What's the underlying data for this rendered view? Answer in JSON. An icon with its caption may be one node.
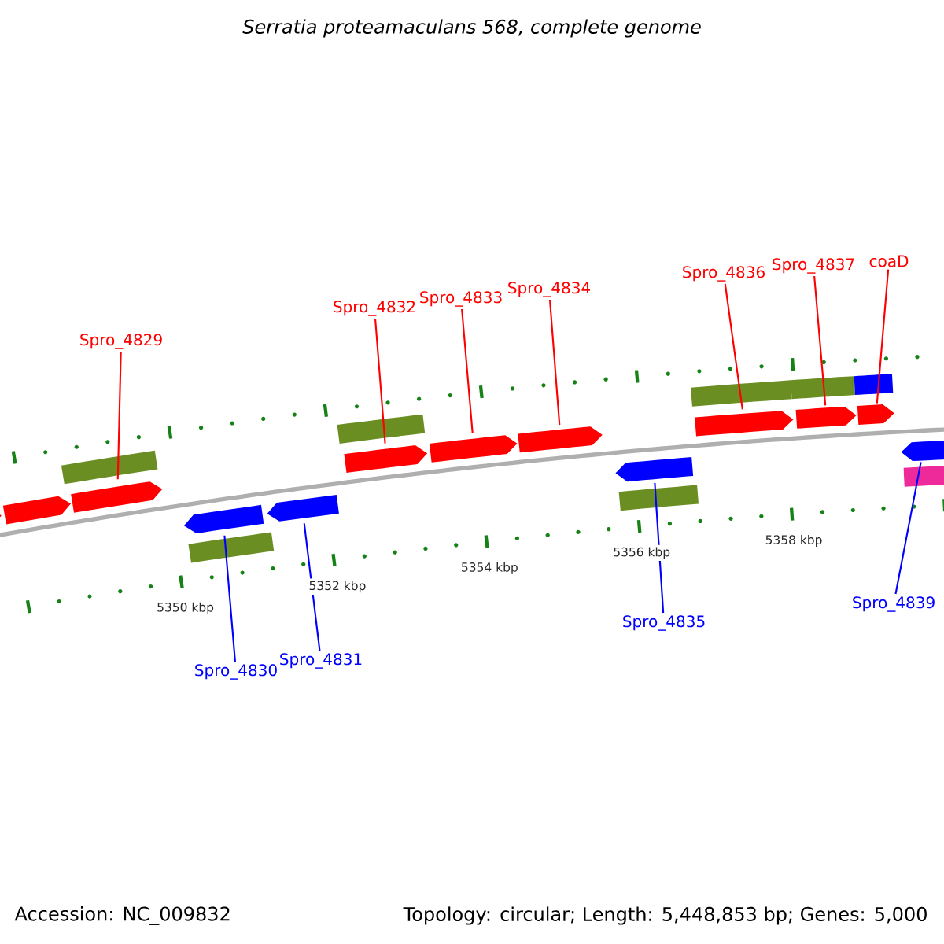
{
  "diagram": {
    "title": "Serratia proteamaculans 568, complete genome",
    "nodes": [
      {
        "text": [
          "Spro_4829"
        ]
      },
      {
        "text": [
          "Spro_4830"
        ]
      },
      {
        "text": [
          "Spro_4831"
        ]
      },
      {
        "text": [
          "Spro_4832"
        ]
      },
      {
        "text": [
          "Spro_4833"
        ]
      },
      {
        "text": [
          "Spro_4834"
        ]
      },
      {
        "text": [
          "Spro_4835"
        ]
      },
      {
        "text": [
          "Spro_4836"
        ]
      },
      {
        "text": [
          "Spro_4837"
        ]
      },
      {
        "text": [
          "coaD"
        ]
      },
      {
        "text": [
          "Spro_4839"
        ]
      },
      {
        "text": [],
        "shape": "bar"
      },
      {
        "text": [],
        "shape": "bar"
      },
      {
        "text": [],
        "shape": "bar"
      },
      {
        "text": [],
        "shape": "bar"
      },
      {
        "text": [],
        "shape": "bar"
      },
      {
        "text": [],
        "shape": "bar"
      },
      {
        "text": [],
        "shape": "bar"
      },
      {
        "text": [],
        "shape": "bar"
      },
      {
        "text": [],
        "shape": "bar"
      },
      {
        "text": [],
        "shape": "bar"
      },
      {
        "text": [],
        "shape": "bar"
      },
      {
        "text": [],
        "shape": "bar"
      },
      {
        "text": [],
        "shape": "bar"
      }
    ],
    "edges": [
      {
        "from": 0,
        "to": 13,
        "arrow": "none"
      },
      {
        "from": 1,
        "to": 14,
        "arrow": "none",
        "color": "#0000ff"
      },
      {
        "from": 2,
        "to": 15,
        "arrow": "none",
        "color": "#0000ff"
      },
      {
        "from": 3,
        "to": 16,
        "arrow": "none"
      },
      {
        "from": 4,
        "to": 17,
        "arrow": "none"
      },
      {
        "from": 5,
        "to": 18,
        "arrow": "none"
      },
      {
        "from": 6,
        "to": 19,
        "arrow": "none",
        "color": "#0000ff"
      },
      {
        "from": 7,
        "to": 20,
        "arrow": "none"
      },
      {
        "from": 8,
        "to": 21,
        "arrow": "none"
      },
      {
        "from": 9,
        "to": 22,
        "arrow": "none"
      },
      {
        "from": 10,
        "to": 23,
        "arrow": "none",
        "color": "#0000ff"
      }
    ],
    "labels": [
      "5350 kbp",
      "5352 kbp",
      "5354 kbp",
      "5356 kbp",
      "5358 kbp",
      "Accession: NC_009832",
      "Topology: circular; Length: 5,448,853 bp; Genes: 5,000"
    ]
  }
}
